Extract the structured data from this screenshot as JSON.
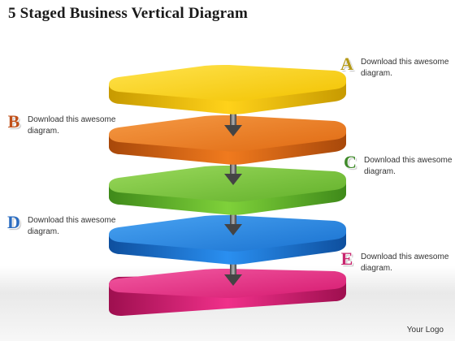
{
  "title": "5 Staged Business Vertical Diagram",
  "stages": [
    {
      "letter": "A",
      "text": "Download this awesome diagram.",
      "color": "#f2c400"
    },
    {
      "letter": "B",
      "text": "Download this awesome diagram.",
      "color": "#e8731a"
    },
    {
      "letter": "C",
      "text": "Download this awesome diagram.",
      "color": "#6dbb2e"
    },
    {
      "letter": "D",
      "text": "Download this awesome diagram.",
      "color": "#1f7fd6"
    },
    {
      "letter": "E",
      "text": "Download this awesome diagram.",
      "color": "#e0227a"
    }
  ],
  "letter_colors": {
    "A": "#b59a1a",
    "B": "#c0501a",
    "C": "#3f8a2a",
    "D": "#2b6cc0",
    "E": "#c8266e"
  },
  "logo": "Your Logo"
}
